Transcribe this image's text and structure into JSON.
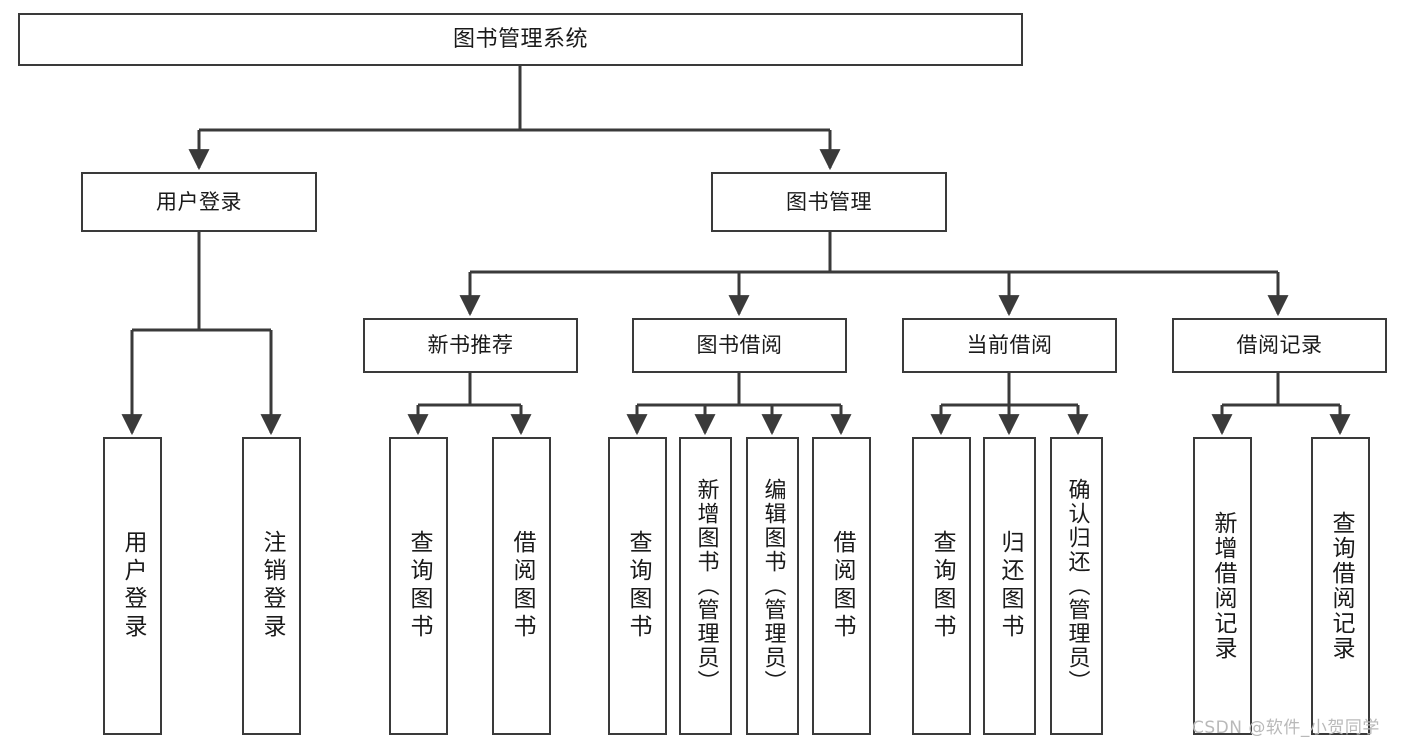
{
  "diagram": {
    "type": "tree",
    "title": "图书管理系统",
    "orientation": "top-down",
    "line_color": "#3a3a3a",
    "box_fill": "#ffffff",
    "text_color": "#1a1a1a",
    "root": {
      "label": "图书管理系统"
    },
    "level2": [
      {
        "label": "用户登录"
      },
      {
        "label": "图书管理"
      }
    ],
    "level3": [
      {
        "label": "新书推荐"
      },
      {
        "label": "图书借阅"
      },
      {
        "label": "当前借阅"
      },
      {
        "label": "借阅记录"
      }
    ],
    "leaves": {
      "user_login": [
        {
          "label": "用户登录"
        },
        {
          "label": "注销登录"
        }
      ],
      "new_book_recommend": [
        {
          "label": "查询图书"
        },
        {
          "label": "借阅图书"
        }
      ],
      "book_borrow": [
        {
          "label": "查询图书"
        },
        {
          "label": "新增图书（管理员）"
        },
        {
          "label": "编辑图书（管理员）"
        },
        {
          "label": "借阅图书"
        }
      ],
      "current_borrow": [
        {
          "label": "查询图书"
        },
        {
          "label": "归还图书"
        },
        {
          "label": "确认归还（管理员）"
        }
      ],
      "borrow_record": [
        {
          "label": "新增借阅记录"
        },
        {
          "label": "查询借阅记录"
        }
      ]
    }
  },
  "watermark": {
    "text": "CSDN @软件_小贺同学",
    "color": "#b9b9b9"
  }
}
